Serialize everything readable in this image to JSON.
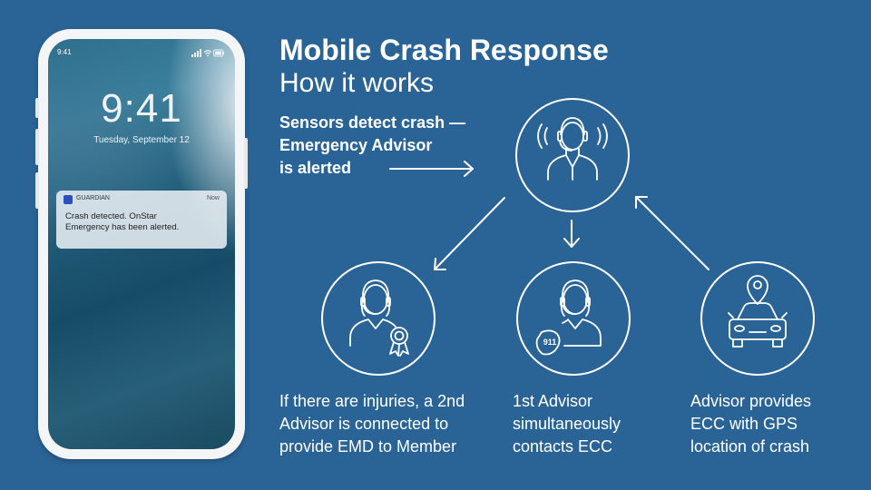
{
  "phone": {
    "status_time": "9:41",
    "lock_time": "9:41",
    "lock_date": "Tuesday, September 12",
    "notification": {
      "app_name": "GUARDIAN",
      "time": "Now",
      "line1": "Crash detected. OnStar",
      "line2": "Emergency has been alerted."
    }
  },
  "header": {
    "title": "Mobile Crash Response",
    "subtitle": "How it works"
  },
  "steps": {
    "top": {
      "lines": [
        "Sensors detect crash —",
        "Emergency Advisor",
        "is alerted"
      ],
      "icon": "headset-advisor-icon"
    },
    "left": {
      "lines": [
        "If there are injuries, a 2nd",
        "Advisor is connected to",
        "provide EMD to Member"
      ],
      "icon": "advisor-award-icon"
    },
    "middle": {
      "lines": [
        "1st Advisor",
        "simultaneously",
        "contacts ECC"
      ],
      "icon": "advisor-911-icon",
      "badge": "911"
    },
    "right": {
      "lines": [
        "Advisor provides",
        "ECC with GPS",
        "location of crash"
      ],
      "icon": "car-location-icon"
    }
  },
  "colors": {
    "background": "#2a6496",
    "foreground": "#ffffff",
    "phone_frame": "#f4f5f7",
    "notification_icon": "#2b4fbf"
  }
}
